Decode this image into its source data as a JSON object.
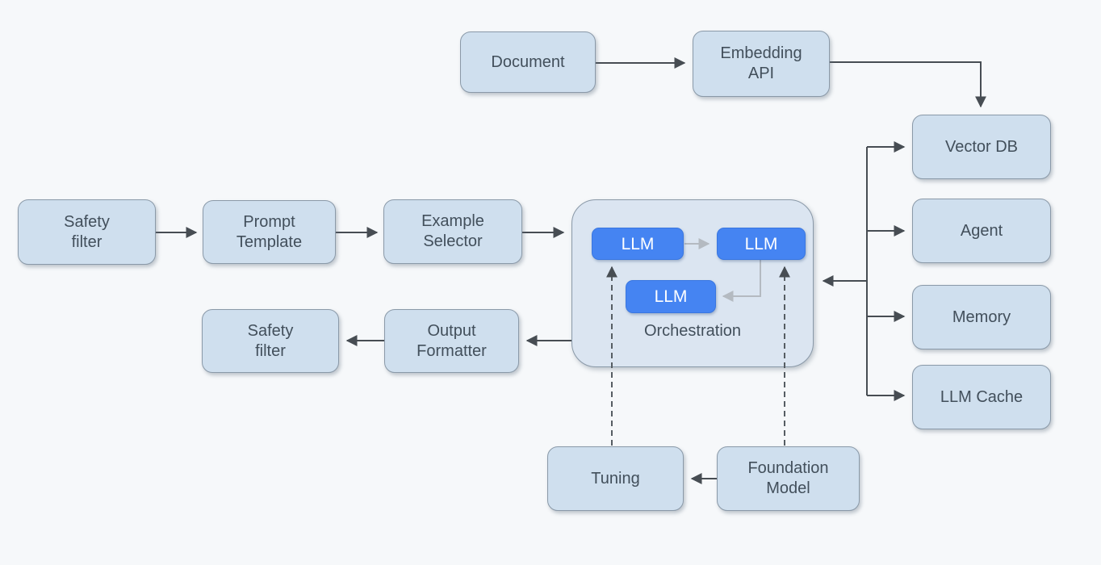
{
  "colors": {
    "background": "#f6f8fa",
    "node_fill": "#cfdfee",
    "node_border": "#8a99a8",
    "orchestration_fill": "#dbe5f1",
    "llm_fill": "#4584f2",
    "text": "#424f5b",
    "arrow_dark": "#474d53",
    "arrow_gray": "#b4bac1",
    "dashed_line": "#565d63"
  },
  "nodes": {
    "document": {
      "label": "Document"
    },
    "embedding_api": {
      "label": "Embedding\nAPI"
    },
    "vector_db": {
      "label": "Vector DB"
    },
    "agent": {
      "label": "Agent"
    },
    "memory": {
      "label": "Memory"
    },
    "llm_cache": {
      "label": "LLM Cache"
    },
    "safety_filter_in": {
      "label": "Safety\nfilter"
    },
    "prompt_template": {
      "label": "Prompt\nTemplate"
    },
    "example_selector": {
      "label": "Example\nSelector"
    },
    "orchestration": {
      "label": "Orchestration"
    },
    "llm_a": {
      "label": "LLM"
    },
    "llm_b": {
      "label": "LLM"
    },
    "llm_c": {
      "label": "LLM"
    },
    "safety_filter_out": {
      "label": "Safety\nfilter"
    },
    "output_formatter": {
      "label": "Output\nFormatter"
    },
    "tuning": {
      "label": "Tuning"
    },
    "foundation_model": {
      "label": "Foundation\nModel"
    }
  },
  "edges": [
    {
      "from": "Document",
      "to": "Embedding API",
      "style": "solid"
    },
    {
      "from": "Embedding API",
      "to": "Vector DB",
      "style": "solid"
    },
    {
      "from": "Safety filter (input)",
      "to": "Prompt Template",
      "style": "solid"
    },
    {
      "from": "Prompt Template",
      "to": "Example Selector",
      "style": "solid"
    },
    {
      "from": "Example Selector",
      "to": "Orchestration",
      "style": "solid"
    },
    {
      "from": "component hub",
      "to": "Vector DB",
      "style": "solid"
    },
    {
      "from": "component hub",
      "to": "Agent",
      "style": "solid"
    },
    {
      "from": "component hub",
      "to": "Memory",
      "style": "solid"
    },
    {
      "from": "component hub",
      "to": "LLM Cache",
      "style": "solid"
    },
    {
      "from": "component hub",
      "to": "Orchestration",
      "style": "solid"
    },
    {
      "from": "Orchestration",
      "to": "Output Formatter",
      "style": "solid"
    },
    {
      "from": "Output Formatter",
      "to": "Safety filter (output)",
      "style": "solid"
    },
    {
      "from": "Foundation Model",
      "to": "Tuning",
      "style": "solid"
    },
    {
      "from": "Tuning",
      "to": "LLM (left)",
      "style": "dashed"
    },
    {
      "from": "Foundation Model",
      "to": "LLM (right)",
      "style": "dashed"
    },
    {
      "from": "LLM (left)",
      "to": "LLM (right)",
      "style": "solid-gray"
    },
    {
      "from": "LLM (right)",
      "to": "LLM (bottom)",
      "style": "solid-gray"
    }
  ]
}
